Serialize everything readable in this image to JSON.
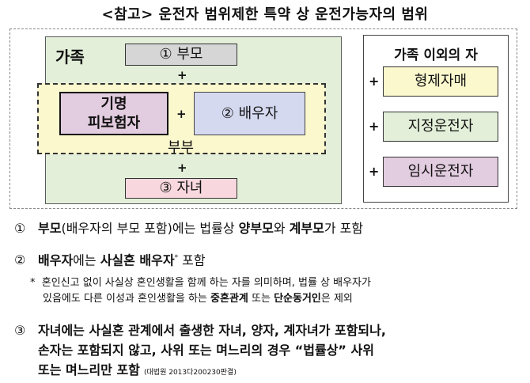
{
  "title": "<참고> 운전자 범위제한 특약 상 운전가능자의 범위",
  "diagram": {
    "family_label": "가족",
    "parents": "① 부모",
    "plus": "+",
    "insured": [
      "기명",
      "피보험자"
    ],
    "spouse": "② 배우자",
    "couple_label": "부부",
    "children": "③ 자녀",
    "others_title": "가족 이외의 자",
    "others": [
      "형제자매",
      "지정운전자",
      "임시운전자"
    ]
  },
  "notes": {
    "n1": {
      "num": "①",
      "a": "부모",
      "b": "(배우자의 부모 포함)에는 법률상 ",
      "c": "양부모",
      "d": "와 ",
      "e": "계부모",
      "f": "가 포함"
    },
    "n2": {
      "num": "②",
      "a": "배우자",
      "b": "에는 ",
      "c": "사실혼 배우자",
      "sup": "*",
      "d": " 포함"
    },
    "n2_sub": {
      "star": "*",
      "line1": "혼인신고 없이 사실상 혼인생활을 함께 하는 자를 의미하며, 법률 상 배우자가",
      "line2a": "있음에도 다른 이성과 혼인생활을 하는 ",
      "line2b": "중혼관계",
      "line2c": " 또는 ",
      "line2d": "단순동거인",
      "line2e": "은 제외"
    },
    "n3": {
      "num": "③",
      "line1": "자녀에는 사실혼 관계에서 출생한 자녀, 양자, 계자녀가 포함되나,",
      "line2": "손자는 포함되지 않고, 사위 또는 며느리의 경우 “법률상” 사위",
      "line3": "또는 며느리만 포함",
      "line3_small": "(대법원 2013다200230판결)"
    }
  }
}
